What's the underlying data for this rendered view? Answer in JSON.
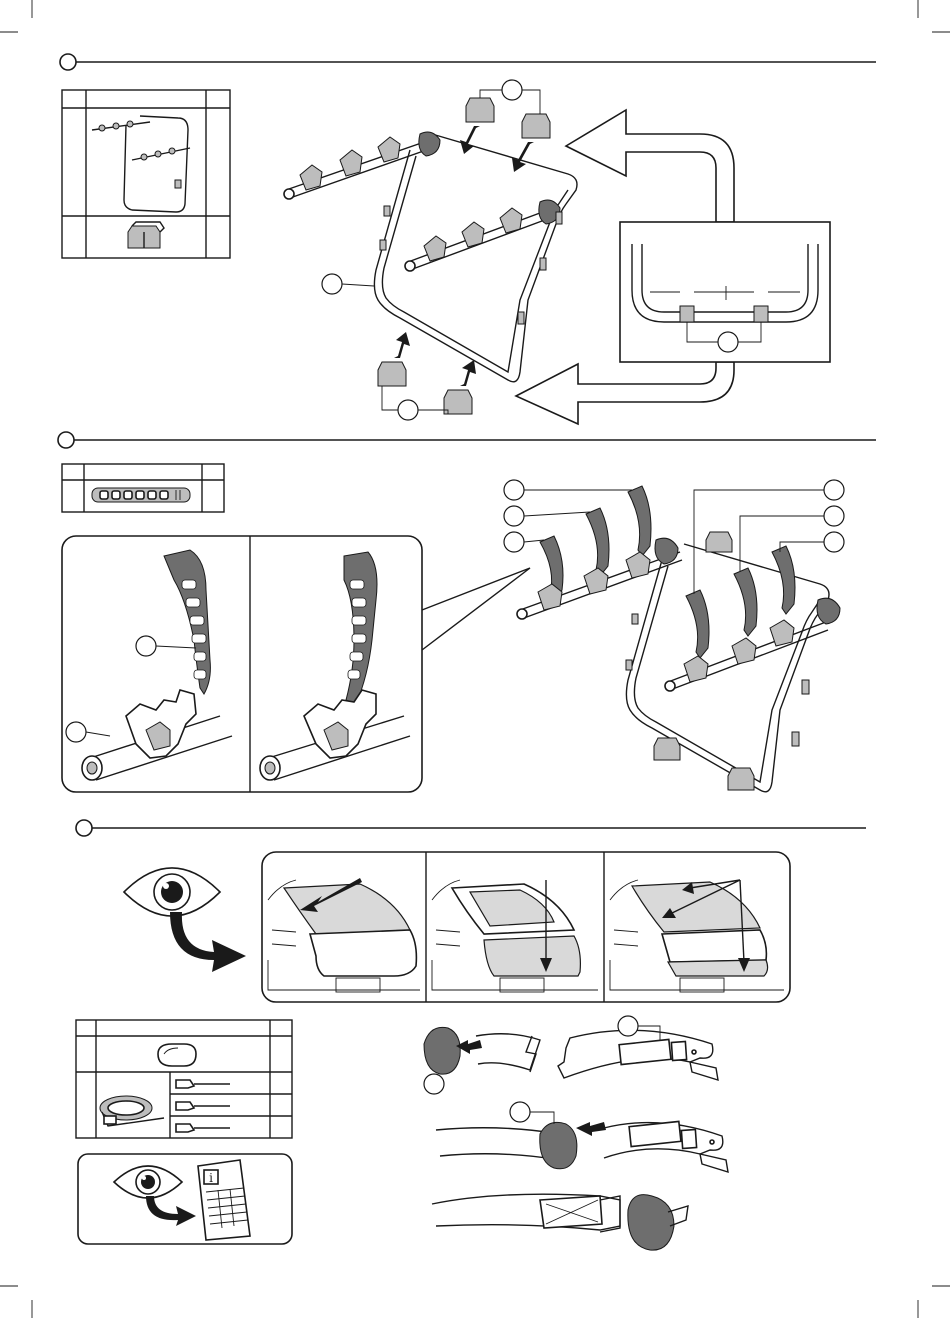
{
  "document": {
    "type": "assembly-instructions-illustration",
    "sections": [
      {
        "id": "step-1",
        "description_shown": false
      },
      {
        "id": "step-2",
        "description_shown": false
      },
      {
        "id": "step-3",
        "description_shown": false
      }
    ],
    "info_icon_glyph": "i"
  },
  "colors": {
    "line": "#1a1a1a",
    "part_fill": "#bdbdbd",
    "dark_fill": "#6e6e6e",
    "background": "#ffffff"
  }
}
